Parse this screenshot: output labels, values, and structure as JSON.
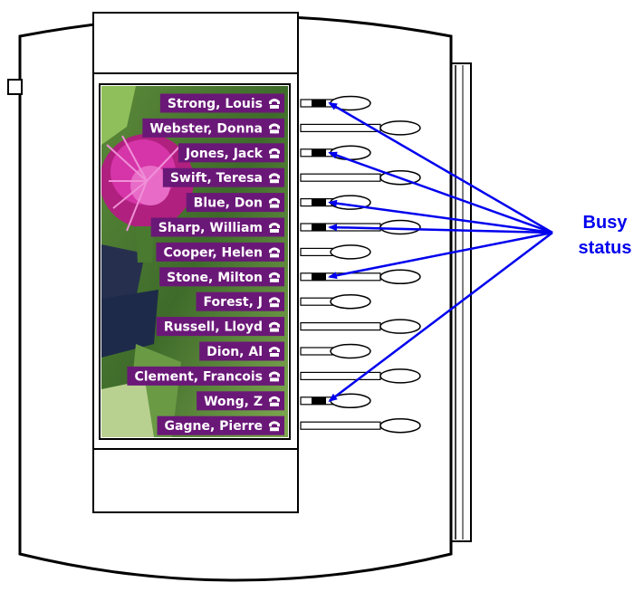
{
  "contacts": [
    {
      "name": "Strong, Louis",
      "busy": true
    },
    {
      "name": "Webster, Donna",
      "busy": false
    },
    {
      "name": "Jones, Jack",
      "busy": true
    },
    {
      "name": "Swift, Teresa",
      "busy": false
    },
    {
      "name": "Blue, Don",
      "busy": true
    },
    {
      "name": "Sharp, William",
      "busy": true
    },
    {
      "name": "Cooper, Helen",
      "busy": false
    },
    {
      "name": "Stone, Milton",
      "busy": true
    },
    {
      "name": "Forest, J",
      "busy": false
    },
    {
      "name": "Russell, Lloyd",
      "busy": false
    },
    {
      "name": "Dion, Al",
      "busy": false
    },
    {
      "name": "Clement, Francois",
      "busy": false
    },
    {
      "name": "Wong, Z",
      "busy": true
    },
    {
      "name": "Gagne, Pierre",
      "busy": false
    }
  ],
  "annotation": {
    "line1": "Busy",
    "line2": "status",
    "color": "#0000ee"
  },
  "colors": {
    "label_bg": "#6a1878",
    "outline": "#000000",
    "busy_led": "#000000"
  },
  "icons": {
    "label_icon": "phone-handset-icon"
  }
}
